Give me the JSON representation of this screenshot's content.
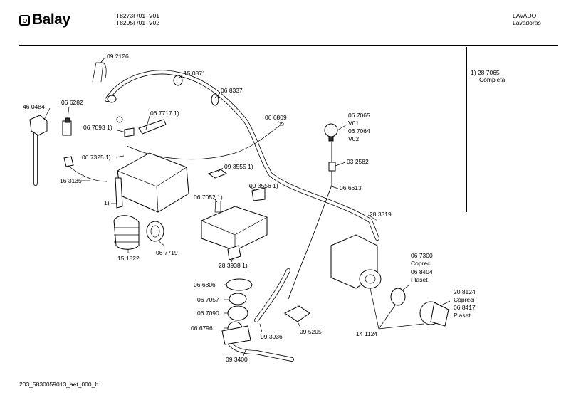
{
  "header": {
    "brand": "Balay",
    "models": [
      "T8273F/01–V01",
      "T8295F/01–V02"
    ],
    "category": "LAVADO",
    "subcategory": "Lavadoras"
  },
  "legend": {
    "note_ref": "1) 28 7065",
    "note_text": "Completa"
  },
  "parts": [
    {
      "id": "p092126",
      "text": "09 2126"
    },
    {
      "id": "p150871",
      "text": "15 0871"
    },
    {
      "id": "p068337",
      "text": "06 8337"
    },
    {
      "id": "p460484",
      "text": "46 0484"
    },
    {
      "id": "p066282",
      "text": "06 6282"
    },
    {
      "id": "p067717",
      "text": "06 7717 1)"
    },
    {
      "id": "p066809",
      "text": "06 6809"
    },
    {
      "id": "p067093",
      "text": "06 7093 1)"
    },
    {
      "id": "p067065",
      "text": "06 7065"
    },
    {
      "id": "pv01",
      "text": "V01"
    },
    {
      "id": "p067064",
      "text": "06 7064"
    },
    {
      "id": "pv02",
      "text": "V02"
    },
    {
      "id": "p067325",
      "text": "06 7325 1)"
    },
    {
      "id": "p032582",
      "text": "03 2582"
    },
    {
      "id": "p093555",
      "text": "09 3555 1)"
    },
    {
      "id": "p163135",
      "text": "16 3135"
    },
    {
      "id": "p093556",
      "text": "09 3556 1)"
    },
    {
      "id": "p066613",
      "text": "06 6613"
    },
    {
      "id": "p067052",
      "text": "06 7052 1)"
    },
    {
      "id": "p1a",
      "text": "1)"
    },
    {
      "id": "p283319",
      "text": "28 3319"
    },
    {
      "id": "p151822",
      "text": "15 1822"
    },
    {
      "id": "p067719",
      "text": "06 7719"
    },
    {
      "id": "p283938",
      "text": "28 3938 1)"
    },
    {
      "id": "p067300",
      "text": "06 7300"
    },
    {
      "id": "pcopreci1",
      "text": "Copreci"
    },
    {
      "id": "p068404",
      "text": "06 8404"
    },
    {
      "id": "pplaset1",
      "text": "Plaset"
    },
    {
      "id": "p066806",
      "text": "06 6806"
    },
    {
      "id": "p208124",
      "text": "20 8124"
    },
    {
      "id": "pcopreci2",
      "text": "Copreci"
    },
    {
      "id": "p068417",
      "text": "06 8417"
    },
    {
      "id": "pplaset2",
      "text": "Plaset"
    },
    {
      "id": "p067057",
      "text": "06 7057"
    },
    {
      "id": "p067090",
      "text": "06 7090"
    },
    {
      "id": "p066796",
      "text": "06 6796"
    },
    {
      "id": "p093936",
      "text": "09 3936"
    },
    {
      "id": "p095205",
      "text": "09 5205"
    },
    {
      "id": "p141124",
      "text": "14 1124"
    },
    {
      "id": "p093400",
      "text": "09 3400"
    }
  ],
  "footer": "203_5830059013_aet_000_b"
}
